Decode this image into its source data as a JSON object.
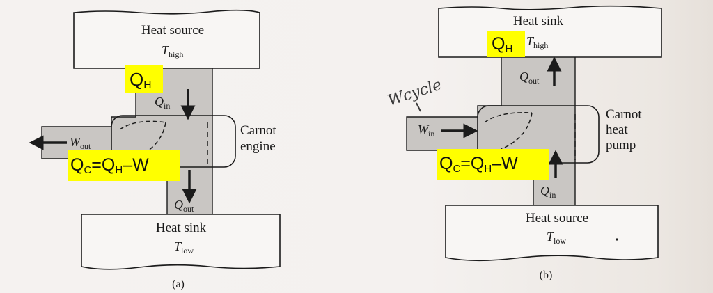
{
  "engine": {
    "source_box": {
      "title": "Heat source",
      "temp_sym": "T",
      "temp_sub": "high"
    },
    "sink_box": {
      "title": "Heat sink",
      "temp_sym": "T",
      "temp_sub": "low"
    },
    "q_in": {
      "sym": "Q",
      "sub": "in"
    },
    "q_out": {
      "sym": "Q",
      "sub": "out"
    },
    "w_out": {
      "sym": "W",
      "sub": "out"
    },
    "device_label_line1": "Carnot",
    "device_label_line2": "engine",
    "caption": "(a)",
    "highlight_qh": {
      "main": "Q",
      "sub": "H"
    },
    "highlight_eq": {
      "q1": "Q",
      "s1": "C",
      "eq": "=",
      "q2": "Q",
      "s2": "H",
      "minus": "–W"
    }
  },
  "heat_pump": {
    "sink_box": {
      "title": "Heat sink",
      "temp_sym": "T",
      "temp_sub": "high"
    },
    "source_box": {
      "title": "Heat source",
      "temp_sym": "T",
      "temp_sub": "low"
    },
    "q_out": {
      "sym": "Q",
      "sub": "out"
    },
    "q_in": {
      "sym": "Q",
      "sub": "in"
    },
    "w_in": {
      "sym": "W",
      "sub": "in"
    },
    "device_label_line1": "Carnot",
    "device_label_line2": "heat",
    "device_label_line3": "pump",
    "caption": "(b)",
    "highlight_qh": {
      "main": "Q",
      "sub": "H"
    },
    "highlight_eq": {
      "q1": "Q",
      "s1": "C",
      "eq": "=",
      "q2": "Q",
      "s2": "H",
      "minus": "–W"
    },
    "handwriting": "Wcycle"
  },
  "colors": {
    "flow_fill": "#c9c6c3",
    "highlight": "#ffff00",
    "ink": "#1b1b1b"
  }
}
